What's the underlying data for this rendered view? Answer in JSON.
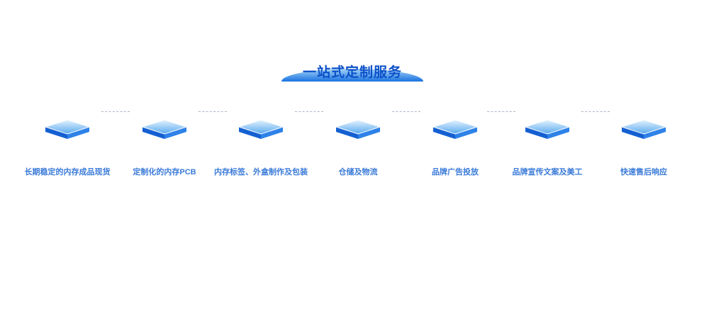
{
  "header": {
    "title": "一站式定制服务"
  },
  "steps": [
    {
      "label": "长期稳定的内存成品现货"
    },
    {
      "label": "定制化的内存PCB"
    },
    {
      "label": "内存标签、外盒制作及包装"
    },
    {
      "label": "仓储及物流"
    },
    {
      "label": "品牌广告投放"
    },
    {
      "label": "品牌宣传文案及美工"
    },
    {
      "label": "快速售后响应"
    }
  ],
  "icons": [
    {
      "name": "platform-3d-icon",
      "shape": "isometric-blue-platform"
    }
  ],
  "colors": {
    "title": "#0b50c8",
    "label": "#3a7bd8",
    "dome_top": "#a6d4f8",
    "dome_bottom": "#1a73e0",
    "connector": "#a9b6c6",
    "platform_top_light": "#e6f4fe",
    "platform_top_dark": "#58a9ef",
    "platform_side_left": "#1460d2",
    "platform_side_right": "#2e82e8"
  }
}
